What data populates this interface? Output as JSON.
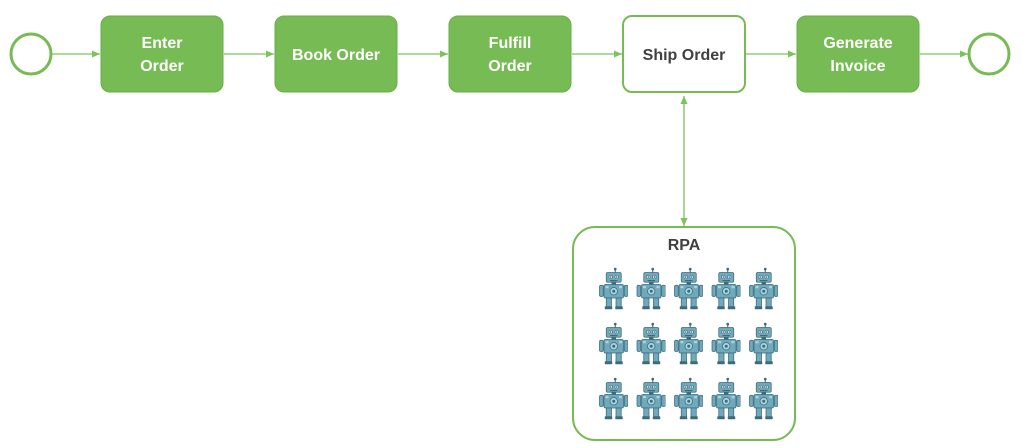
{
  "diagram": {
    "colors": {
      "green": "#77bb55",
      "green_dark": "#5aa13a",
      "connector": "#7cc35b",
      "white": "#ffffff",
      "label_dark": "#404040",
      "robot_body": "#6fa9bb",
      "robot_dark": "#3d6b7a",
      "robot_light": "#a8d4e0"
    },
    "events": [
      {
        "id": "start",
        "type": "start-event"
      },
      {
        "id": "end",
        "type": "end-event"
      }
    ],
    "tasks": [
      {
        "id": "enter-order",
        "lines": [
          "Enter",
          "Order"
        ],
        "style": "filled"
      },
      {
        "id": "book-order",
        "lines": [
          "Book Order"
        ],
        "style": "filled"
      },
      {
        "id": "fulfill-order",
        "lines": [
          "Fulfill",
          "Order"
        ],
        "style": "filled"
      },
      {
        "id": "ship-order",
        "lines": [
          "Ship Order"
        ],
        "style": "outline"
      },
      {
        "id": "generate-invoice",
        "lines": [
          "Generate",
          "Invoice"
        ],
        "style": "filled"
      }
    ],
    "rpa": {
      "title": "RPA",
      "robot_rows": 3,
      "robot_cols": 5,
      "robot_icon": "robot-icon"
    }
  }
}
